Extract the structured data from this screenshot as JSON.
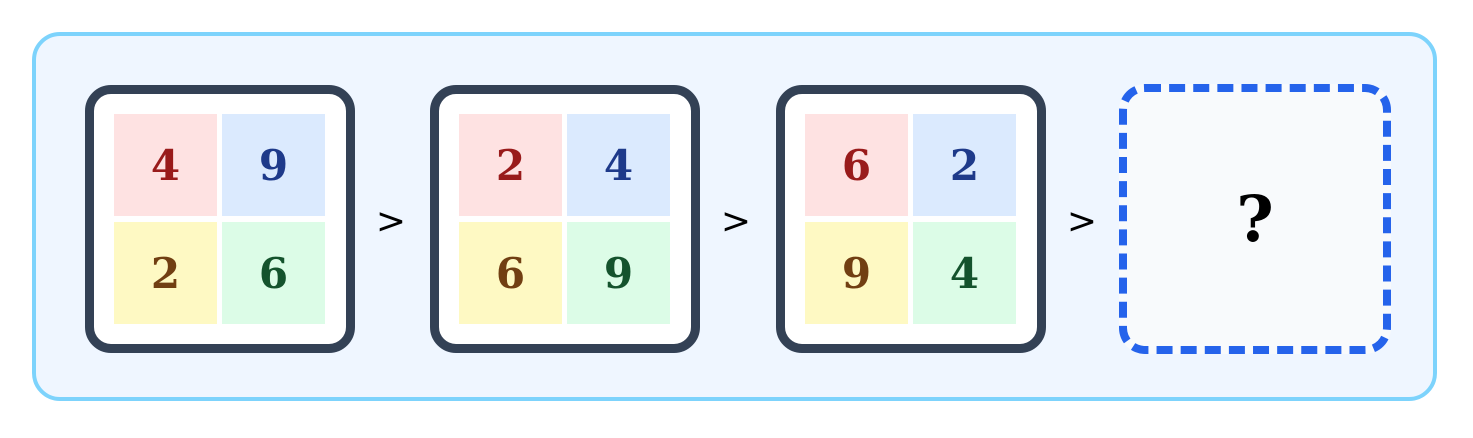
{
  "sequence": [
    {
      "tl": "4",
      "tr": "9",
      "bl": "2",
      "br": "6"
    },
    {
      "tl": "2",
      "tr": "4",
      "bl": "6",
      "br": "9"
    },
    {
      "tl": "6",
      "tr": "2",
      "bl": "9",
      "br": "4"
    }
  ],
  "arrow_symbol": ">",
  "answer_placeholder": "?",
  "colors": {
    "panel_border": "#7dd3fc",
    "panel_fill": "#eff6ff",
    "card_border": "#334155",
    "answer_border": "#2563eb",
    "cell_top_left": "#fee2e2",
    "cell_top_right": "#dbeafe",
    "cell_bottom_left": "#fef9c3",
    "cell_bottom_right": "#dcfce7"
  }
}
